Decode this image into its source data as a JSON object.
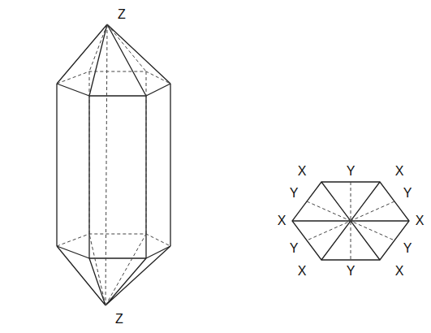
{
  "diagram": {
    "labels": [
      "Z",
      "Z",
      "X",
      "Y",
      "X",
      "Y",
      "Y",
      "X",
      "X",
      "Y",
      "Y",
      "X",
      "Y",
      "X"
    ]
  }
}
